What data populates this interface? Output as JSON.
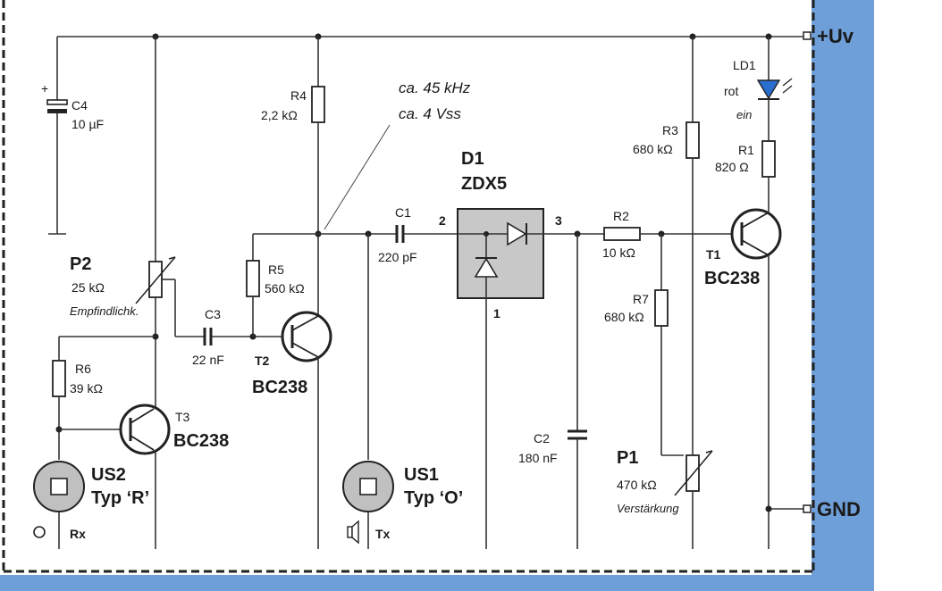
{
  "colors": {
    "background": "#ffffff",
    "border_blue": "#6e9fd8",
    "frame": "#222222",
    "led": "#2a6fcf",
    "zdx_box": "#c8c8c8",
    "sensor_fill": "#c0c0c0"
  },
  "terminals": {
    "vcc": "+Uv",
    "gnd": "GND"
  },
  "annotation": {
    "freq": "ca. 45 kHz",
    "amplitude": "ca. 4 Vss"
  },
  "components": {
    "C4": {
      "name": "C4",
      "value": "10 µF",
      "polarity": "+"
    },
    "P2": {
      "name": "P2",
      "value": "25 kΩ",
      "note": "Empfindlichk."
    },
    "R4": {
      "name": "R4",
      "value": "2,2 kΩ"
    },
    "R5": {
      "name": "R5",
      "value": "560 kΩ"
    },
    "R6": {
      "name": "R6",
      "value": "39 kΩ"
    },
    "C3": {
      "name": "C3",
      "value": "22 nF"
    },
    "T2": {
      "name": "T2",
      "type": "BC238"
    },
    "T3": {
      "name": "T3",
      "type": "BC238"
    },
    "US2": {
      "name": "US2",
      "type": "Typ ‘R’",
      "pin": "Rx"
    },
    "US1": {
      "name": "US1",
      "type": "Typ ‘O’",
      "pin": "Tx"
    },
    "C1": {
      "name": "C1",
      "value": "220 pF"
    },
    "D1": {
      "name": "D1",
      "type": "ZDX5",
      "pin1": "1",
      "pin2": "2",
      "pin3": "3"
    },
    "C2": {
      "name": "C2",
      "value": "180 nF"
    },
    "R2": {
      "name": "R2",
      "value": "10 kΩ"
    },
    "R7": {
      "name": "R7",
      "value": "680 kΩ"
    },
    "P1": {
      "name": "P1",
      "value": "470 kΩ",
      "note": "Verstärkung"
    },
    "R3": {
      "name": "R3",
      "value": "680 kΩ"
    },
    "T1": {
      "name": "T1",
      "type": "BC238"
    },
    "LD1": {
      "name": "LD1",
      "color": "rot",
      "state": "ein"
    },
    "R1": {
      "name": "R1",
      "value": "820 Ω"
    }
  }
}
